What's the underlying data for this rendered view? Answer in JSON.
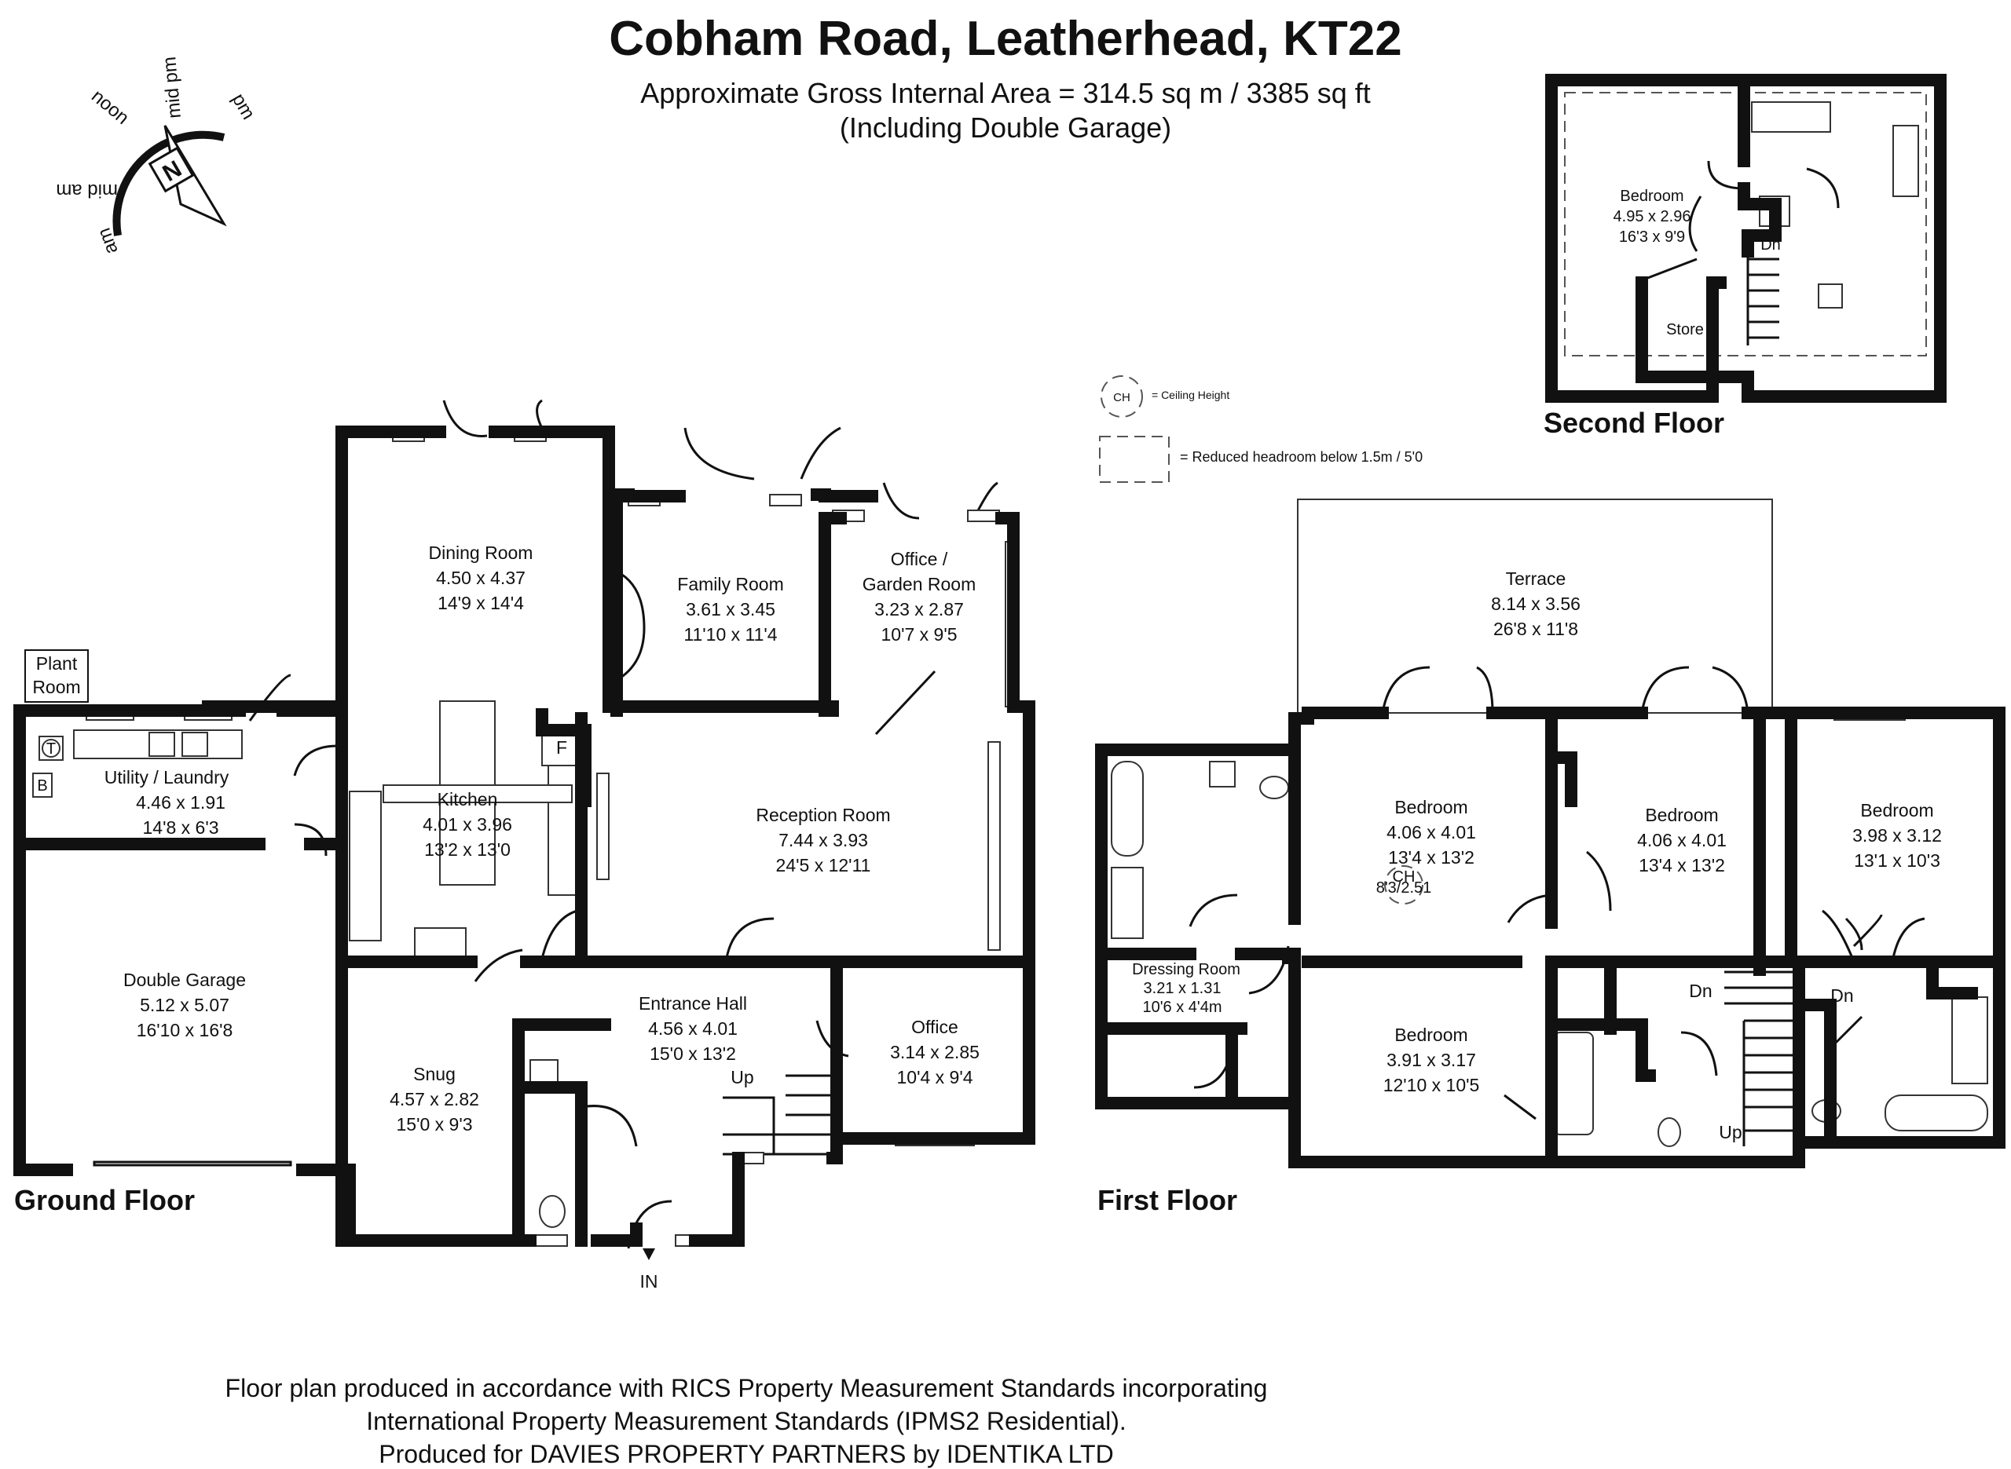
{
  "header": {
    "title": "Cobham Road, Leatherhead, KT22",
    "area": "Approximate Gross Internal Area = 314.5 sq m / 3385 sq ft",
    "area_note": "(Including Double Garage)"
  },
  "compass": {
    "north": "N",
    "labels": [
      "mid pm",
      "noon",
      "pm",
      "mid am",
      "am"
    ]
  },
  "key": {
    "ceiling": "= Ceiling Height",
    "ceiling_symbol": "CH",
    "reduced": "= Reduced headroom below 1.5m / 5'0"
  },
  "floors": {
    "ground": "Ground Floor",
    "first": "First Floor",
    "second": "Second Floor"
  },
  "ground_rooms": [
    {
      "name": "Dining Room",
      "metric": "4.50 x 4.37",
      "imperial": "14'9 x 14'4"
    },
    {
      "name": "Family Room",
      "metric": "3.61 x 3.45",
      "imperial": "11'10 x 11'4"
    },
    {
      "name": "Office /",
      "name2": "Garden Room",
      "metric": "3.23 x 2.87",
      "imperial": "10'7 x 9'5"
    },
    {
      "name": "Utility / Laundry",
      "metric": "4.46 x 1.91",
      "imperial": "14'8 x 6'3"
    },
    {
      "name": "Kitchen",
      "metric": "4.01 x 3.96",
      "imperial": "13'2 x 13'0"
    },
    {
      "name": "Reception Room",
      "metric": "7.44 x 3.93",
      "imperial": "24'5 x 12'11"
    },
    {
      "name": "Double Garage",
      "metric": "5.12 x 5.07",
      "imperial": "16'10 x 16'8"
    },
    {
      "name": "Snug",
      "metric": "4.57 x 2.82",
      "imperial": "15'0 x 9'3"
    },
    {
      "name": "Entrance Hall",
      "metric": "4.56 x 4.01",
      "imperial": "15'0 x 13'2"
    },
    {
      "name": "Office",
      "metric": "3.14 x 2.85",
      "imperial": "10'4 x 9'4"
    }
  ],
  "ground_labels": {
    "plant": "Plant",
    "plant2": "Room",
    "t": "T",
    "b": "B",
    "f": "F",
    "up": "Up",
    "in": "IN"
  },
  "first_rooms": [
    {
      "name": "Terrace",
      "metric": "8.14 x 3.56",
      "imperial": "26'8 x 11'8"
    },
    {
      "name": "Bedroom",
      "metric": "4.06 x 4.01",
      "imperial": "13'4 x 13'2"
    },
    {
      "name": "Bedroom",
      "metric": "4.06 x 4.01",
      "imperial": "13'4 x 13'2"
    },
    {
      "name": "Bedroom",
      "metric": "3.98 x 3.12",
      "imperial": "13'1 x 10'3"
    },
    {
      "name": "Dressing Room",
      "metric": "3.21 x 1.31",
      "imperial": "10'6 x 4'4m"
    },
    {
      "name": "Bedroom",
      "metric": "3.91 x 3.17",
      "imperial": "12'10 x 10'5"
    }
  ],
  "first_labels": {
    "ch": "CH",
    "ch_val": "8'3/2.51",
    "dn1": "Dn",
    "dn2": "Dn",
    "up": "Up"
  },
  "second_rooms": [
    {
      "name": "Bedroom",
      "metric": "4.95 x 2.96",
      "imperial": "16'3 x 9'9"
    },
    {
      "name": "Store"
    }
  ],
  "second_labels": {
    "dn": "Dn"
  },
  "footer": [
    "Floor plan produced in accordance with RICS Property Measurement Standards incorporating",
    "International Property Measurement Standards (IPMS2 Residential).",
    "Produced for DAVIES PROPERTY PARTNERS by IDENTIKA LTD"
  ]
}
